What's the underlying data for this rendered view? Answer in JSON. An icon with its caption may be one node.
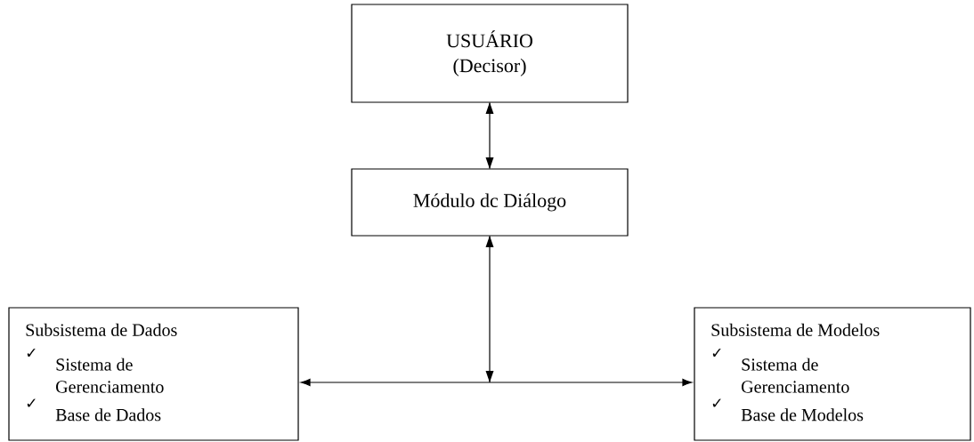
{
  "diagram": {
    "nodes": [
      {
        "text": [
          "USUÁRIO",
          "(Decisor)"
        ]
      },
      {
        "text": [
          "Módulo dc Diálogo"
        ]
      },
      {
        "text": [
          "Subsistema de Dados",
          "Sistema de Gerenciamento",
          "Base de Dados"
        ]
      },
      {
        "text": [
          "Subsistema de Modelos",
          "Sistema de Gerenciamento",
          "Base de Modelos"
        ]
      }
    ],
    "labels": [
      "✓",
      "✓",
      "✓",
      "✓"
    ],
    "edges": [
      {
        "from": 0,
        "to": 1,
        "arrow": "both"
      },
      {
        "from": 1,
        "to": 2,
        "arrow": "both"
      },
      {
        "from": 1,
        "to": 3,
        "arrow": "both"
      }
    ]
  }
}
